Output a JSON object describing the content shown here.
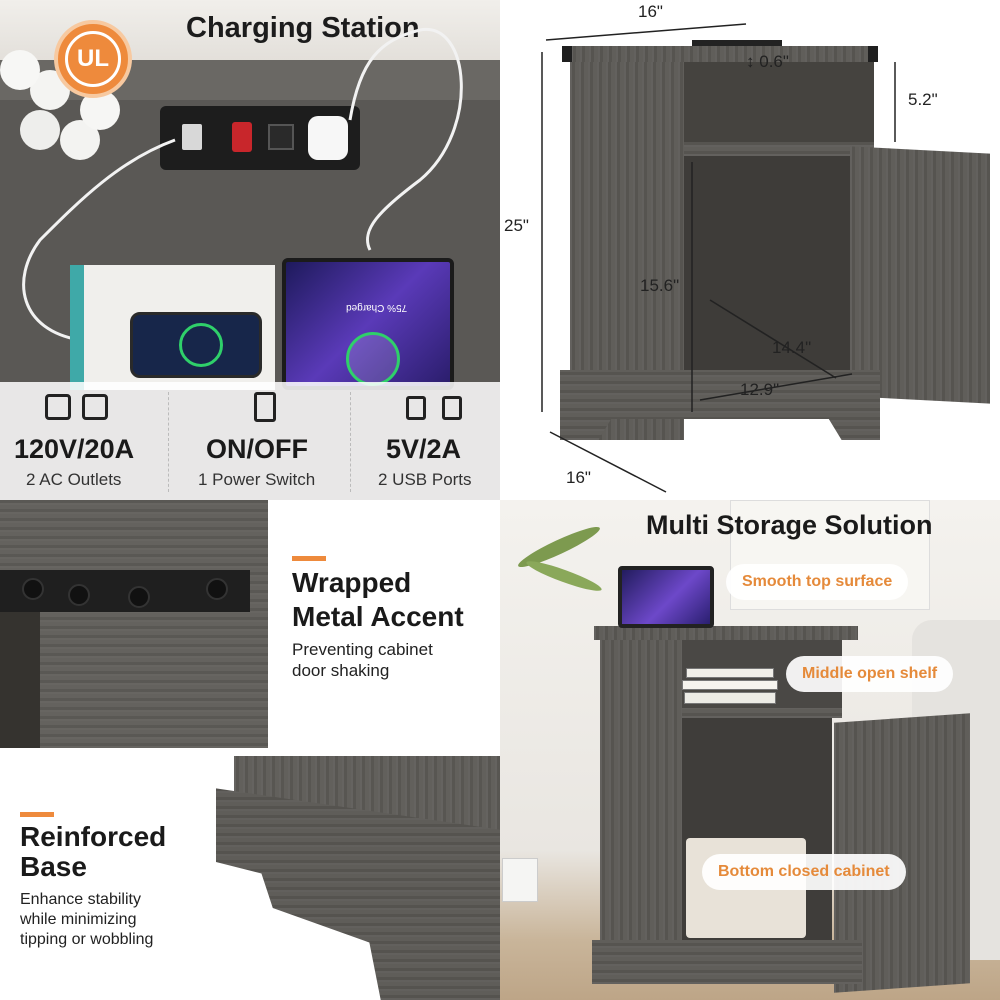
{
  "charging": {
    "title": "Charging Station",
    "badge": "UL",
    "specs": [
      {
        "value": "120V/20A",
        "label": "2 AC Outlets"
      },
      {
        "value": "ON/OFF",
        "label": "1 Power Switch"
      },
      {
        "value": "5V/2A",
        "label": "2 USB Ports"
      }
    ],
    "tablet_status": "75% Charged"
  },
  "dimensions": {
    "top_width": "16\"",
    "top_thickness": "0.6\"",
    "shelf_height": "5.2\"",
    "total_height": "25\"",
    "cabinet_height": "15.6\"",
    "inner_depth": "14.4\"",
    "inner_width": "12.9\"",
    "depth": "16\""
  },
  "accent": {
    "title_line1": "Wrapped",
    "title_line2": "Metal Accent",
    "desc_line1": "Preventing cabinet",
    "desc_line2": "door shaking"
  },
  "base": {
    "title_line1": "Reinforced",
    "title_line2": "Base",
    "desc_line1": "Enhance stability",
    "desc_line2": "while minimizing",
    "desc_line3": "tipping or wobbling"
  },
  "storage": {
    "title": "Multi Storage Solution",
    "labels": [
      "Smooth top surface",
      "Middle open shelf",
      "Bottom closed cabinet"
    ]
  },
  "colors": {
    "accent": "#ee8a3c",
    "wood": "#5b5955",
    "ul_badge": "#ee8a3c"
  }
}
